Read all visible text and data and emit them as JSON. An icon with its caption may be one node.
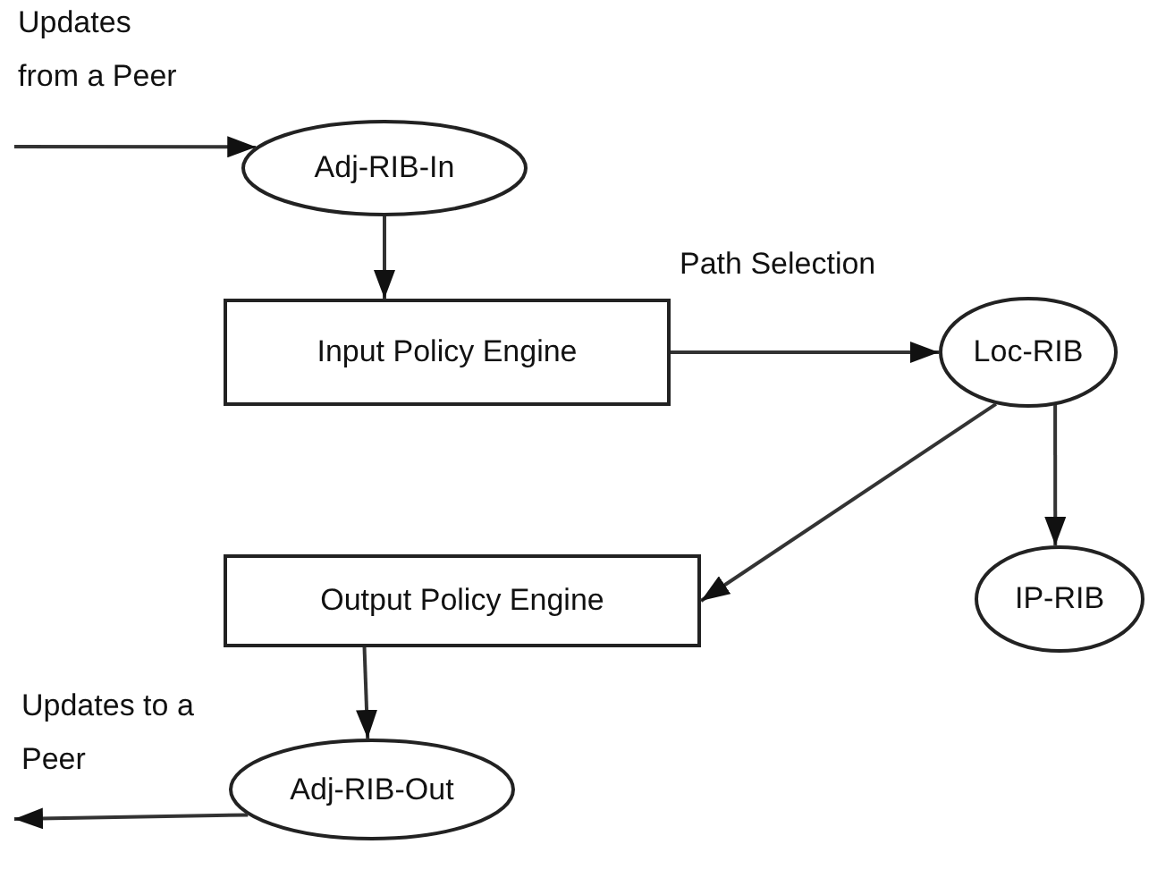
{
  "diagram": {
    "nodes": [
      {
        "text": [
          "Adj-RIB-In"
        ]
      },
      {
        "text": [
          "Input Policy Engine"
        ]
      },
      {
        "text": [
          "Loc-RIB"
        ]
      },
      {
        "text": [
          "IP-RIB"
        ]
      },
      {
        "text": [
          "Output Policy Engine"
        ]
      },
      {
        "text": [
          "Adj-RIB-Out"
        ]
      }
    ],
    "edges": [
      {
        "from": null,
        "to": 0,
        "arrow": "to"
      },
      {
        "from": 0,
        "to": 1,
        "arrow": "to"
      },
      {
        "from": 1,
        "to": 2,
        "arrow": "to",
        "label": "Path Selection"
      },
      {
        "from": 2,
        "to": 3,
        "arrow": "to"
      },
      {
        "from": 2,
        "to": 4,
        "arrow": "to"
      },
      {
        "from": 4,
        "to": 5,
        "arrow": "to"
      },
      {
        "from": 5,
        "to": null,
        "arrow": "to"
      }
    ],
    "labels": [
      "Updates from a Peer",
      "Updates to a Peer"
    ]
  }
}
